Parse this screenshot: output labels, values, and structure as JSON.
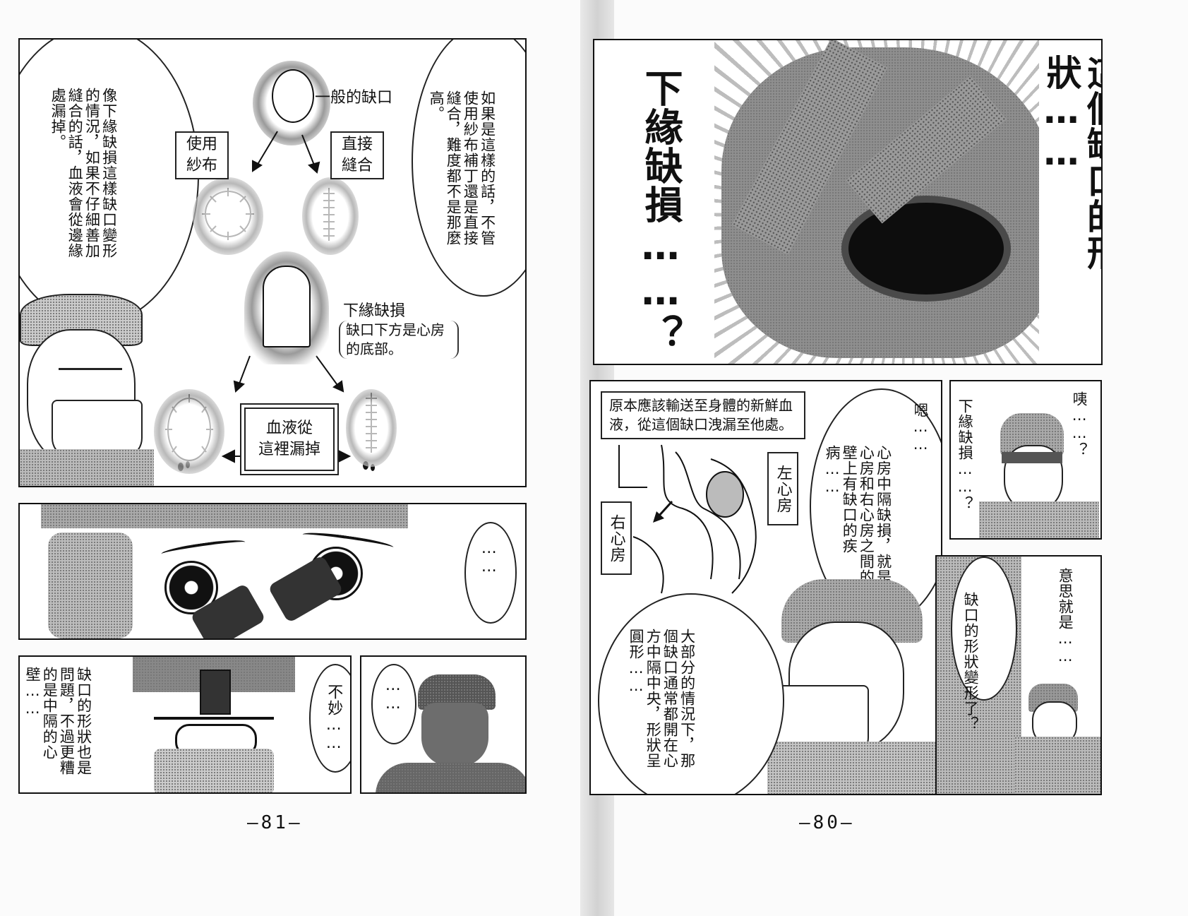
{
  "left_page": {
    "page_number": "—81—",
    "panel1": {
      "speech_left": "像下緣缺損這樣缺口變形的情況，如果不仔細善加縫合的話，血液會從邊緣處漏掉。",
      "speech_right": "如果是這樣的話，不管使用紗布補丁還是直接縫合，難度都不是那麼高。",
      "diagram": {
        "label_normal": "一般的缺口",
        "box_patch": "使用\n紗布",
        "box_suture": "直接\n縫合",
        "label_lower": "下緣缺損",
        "note_lower": "缺口下方是心房的底部。",
        "box_leak": "血液從\n這裡漏掉"
      }
    },
    "panel2": {
      "speech": "……"
    },
    "panel3": {
      "speech_a": "缺口的形狀也是問題，不過更糟的是中隔的心壁……",
      "speech_b": "不妙……"
    },
    "panel4": {
      "speech": "……"
    }
  },
  "right_page": {
    "page_number": "—80—",
    "panel1": {
      "text_big_right": "這個缺口的形狀……",
      "text_big_left": "下緣缺損……？"
    },
    "panel2": {
      "caption": "原本應該輸送至身體的新鮮血液，從這個缺口洩漏至他處。",
      "label_left_atrium": "左心房",
      "label_right_atrium": "右心房",
      "speech_hmm": "嗯……",
      "speech_main": "心房中隔缺損，就是左心房和右心房之間的心壁上有缺口的疾病……",
      "speech_bottom": "大部分的情況下，那個缺口通常都開在心方中隔中央，形狀呈圓形……"
    },
    "panel3": {
      "speech_eh": "咦……？",
      "speech_lower": "下緣缺損……？"
    },
    "panel4": {
      "speech_meaning": "意思就是……",
      "speech_shape": "缺口的形狀變形了？"
    }
  }
}
